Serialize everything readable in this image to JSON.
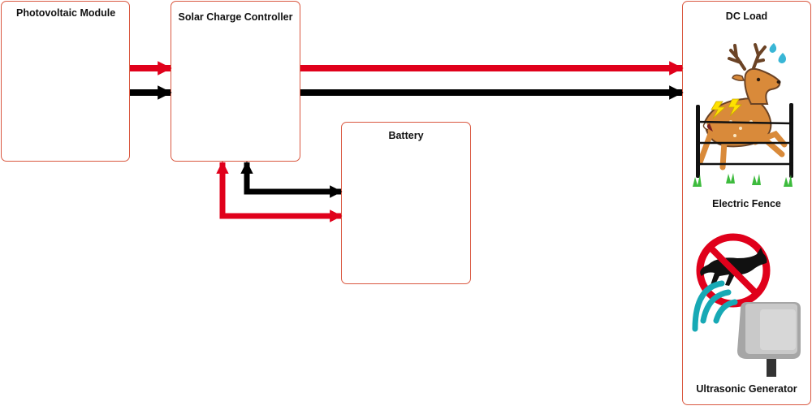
{
  "blocks": {
    "pv": "Photovoltaic Module",
    "controller": "Solar Charge Controller",
    "battery": "Battery",
    "load": "DC Load"
  },
  "load_items": {
    "fence": "Electric Fence",
    "ultrasonic": "Ultrasonic Generator"
  },
  "colors": {
    "box_border": "#d9573f",
    "positive_wire": "#e0001b",
    "negative_wire": "#000000",
    "sound_waves": "#17a9b5",
    "prohibit_sign": "#e0001b"
  },
  "icons": [
    "deer-icon",
    "electric-fence-icon",
    "lightning-icon",
    "fox-icon",
    "prohibition-icon",
    "ultrasonic-device-icon",
    "sound-wave-icon",
    "sweat-drop-icon",
    "grass-icon"
  ]
}
